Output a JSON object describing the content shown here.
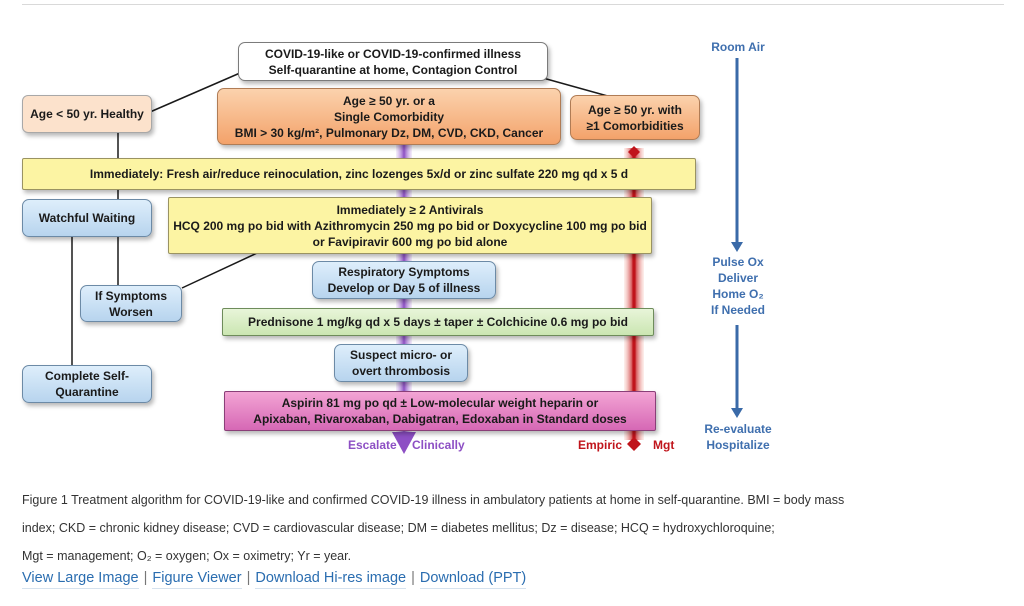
{
  "diagram": {
    "top_box": [
      "COVID-19-like or COVID-19-confirmed illness",
      "Self-quarantine at home, Contagion Control"
    ],
    "age_under_50": "Age < 50 yr. Healthy",
    "age_50_single": [
      "Age ≥ 50 yr. or a",
      "Single Comorbidity",
      "BMI > 30 kg/m², Pulmonary Dz, DM, CVD, CKD, Cancer"
    ],
    "age_50_multi": [
      "Age ≥ 50 yr. with",
      "≥1 Comorbidities"
    ],
    "immediately_zinc": "Immediately:  Fresh air/reduce reinoculation, zinc lozenges 5x/d or zinc sulfate 220 mg qd x 5 d",
    "watchful_waiting": "Watchful Waiting",
    "antivirals": [
      "Immediately ≥ 2 Antivirals",
      "HCQ 200 mg po bid with Azithromycin 250 mg po bid or Doxycycline 100 mg po bid",
      "or Favipiravir 600 mg po bid alone"
    ],
    "respiratory": [
      "Respiratory Symptoms",
      "Develop or Day 5 of illness"
    ],
    "if_symptoms": [
      "If Symptoms",
      "Worsen"
    ],
    "prednisone": "Prednisone 1 mg/kg qd x 5 days ± taper ± Colchicine 0.6 mg po bid",
    "suspect": [
      "Suspect micro- or",
      "overt thrombosis"
    ],
    "complete_self": [
      "Complete Self-",
      "Quarantine"
    ],
    "aspirin": [
      "Aspirin 81 mg po qd ± Low-molecular weight heparin or",
      "Apixaban, Rivaroxaban, Dabigatran, Edoxaban in Standard doses"
    ],
    "escalate": "Escalate",
    "clinically": "Clinically",
    "empiric": "Empiric",
    "mgt": "Mgt",
    "room_air": "Room Air",
    "pulse_ox": [
      "Pulse Ox",
      "Deliver",
      "Home O₂",
      "If Needed"
    ],
    "reevaluate": [
      "Re-evaluate",
      "Hospitalize"
    ]
  },
  "caption": {
    "line1": "Figure 1  Treatment algorithm for COVID-19-like and confirmed COVID-19 illness in ambulatory patients at home in self-quarantine. BMI = body mass",
    "line2": "index; CKD = chronic kidney disease; CVD = cardiovascular disease; DM = diabetes mellitus; Dz = disease; HCQ = hydroxychloroquine;",
    "line3": "Mgt = management; O₂ = oxygen; Ox = oximetry; Yr = year."
  },
  "links": [
    "View Large Image",
    "Figure Viewer",
    "Download Hi-res image",
    "Download (PPT)"
  ],
  "link_separator": "|",
  "colors": {
    "purple_arrow": "#8d4fc4",
    "red_arrow": "#c0141b",
    "blue_arrow": "#3a6aa8",
    "side_text_blue": "#3f6fae",
    "link_blue": "#2a6db0"
  }
}
